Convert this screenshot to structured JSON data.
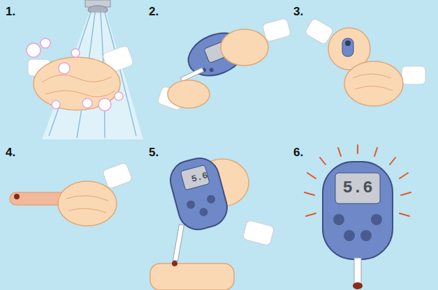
{
  "diagram": {
    "labels": [
      "1.",
      "2.",
      "3.",
      "4.",
      "5.",
      "5.6",
      "6.",
      "5.6"
    ]
  }
}
